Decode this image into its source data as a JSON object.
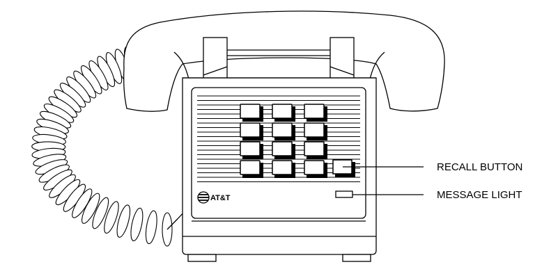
{
  "brand": {
    "logo_text": "AT&T"
  },
  "callouts": {
    "recall_button": "RECALL BUTTON",
    "message_light": "MESSAGE LIGHT"
  },
  "keypad": {
    "rows": 4,
    "cols": 3,
    "extra_key": "recall"
  }
}
